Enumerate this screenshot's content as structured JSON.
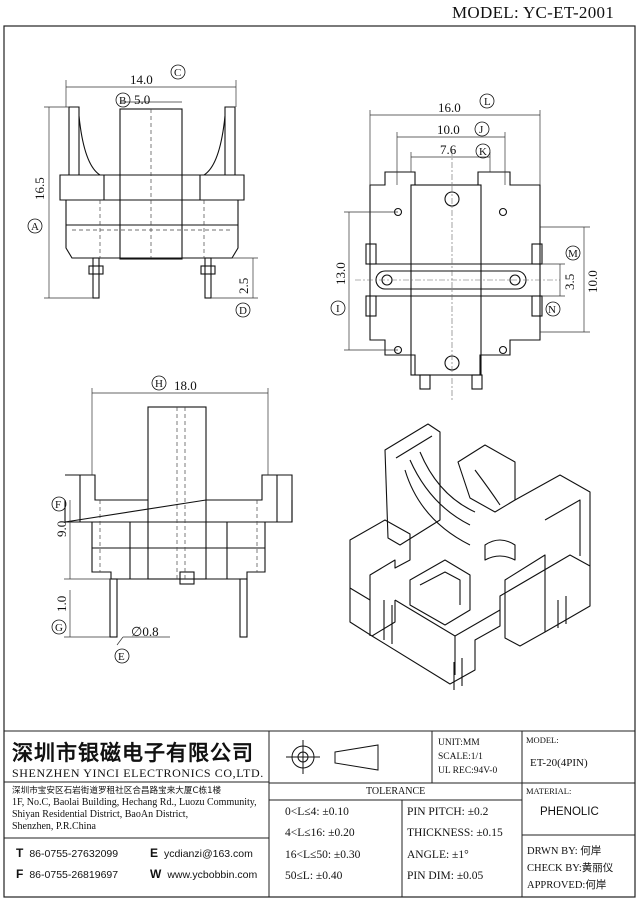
{
  "header": {
    "model_label": "MODEL:",
    "model_value": "YC-ET-2001"
  },
  "drawing": {
    "front": {
      "dim_width": "14.0",
      "label_width": "C",
      "dim_core": "5.0",
      "label_core": "B",
      "dim_height": "16.5",
      "label_height": "A",
      "dim_pin": "2.5",
      "label_pin": "D"
    },
    "top": {
      "dim_l": "16.0",
      "label_l": "L",
      "dim_j": "10.0",
      "label_j": "J",
      "dim_k": "7.6",
      "label_k": "K",
      "dim_i": "13.0",
      "label_i": "I",
      "dim_m": "10.0",
      "label_m": "M",
      "dim_n": "3.5",
      "label_n": "N"
    },
    "side": {
      "dim_h": "18.0",
      "label_h": "H",
      "dim_f": "9.0",
      "label_f": "F",
      "dim_g": "1.0",
      "label_g": "G",
      "dim_e": "∅0.8",
      "label_e": "E"
    }
  },
  "title_block": {
    "company_cn": "深圳市银磁电子有限公司",
    "company_en": "SHENZHEN YINCI ELECTRONICS CO,LTD.",
    "address_lines": [
      "深圳市宝安区石岩街道罗租社区合昌路宝来大厦C栋1楼",
      "1F, No.C, Baolai Building, Hechang Rd., Luozu Community,",
      "Shiyan Residential District, BaoAn District,",
      "Shenzhen, P.R.China"
    ],
    "phone_label": "T",
    "phone": "86-0755-27632099",
    "fax_label": "F",
    "fax": "86-0755-26819697",
    "email_label": "E",
    "email": "ycdianzi@163.com",
    "web_label": "W",
    "web": "www.ycbobbin.com",
    "unit": "UNIT:MM",
    "scale": "SCALE:1/1",
    "ul_rec": "UL REC:94V-0",
    "model_label": "MODEL:",
    "model_value": "ET-20(4PIN)",
    "material_label": "MATERIAL:",
    "material_value": "PHENOLIC",
    "tolerance_title": "TOLERANCE",
    "tolerance_left": [
      "0<L≤4: ±0.10",
      "4<L≤16: ±0.20",
      "16<L≤50: ±0.30",
      "50≤L: ±0.40"
    ],
    "tolerance_right": [
      "PIN PITCH: ±0.2",
      "THICKNESS: ±0.15",
      "ANGLE: ±1°",
      "PIN DIM: ±0.05"
    ],
    "drawn_by": "DRWN BY: 何岸",
    "check_by": "CHECK BY:黄丽仪",
    "approved": "APPROVED:何岸"
  }
}
